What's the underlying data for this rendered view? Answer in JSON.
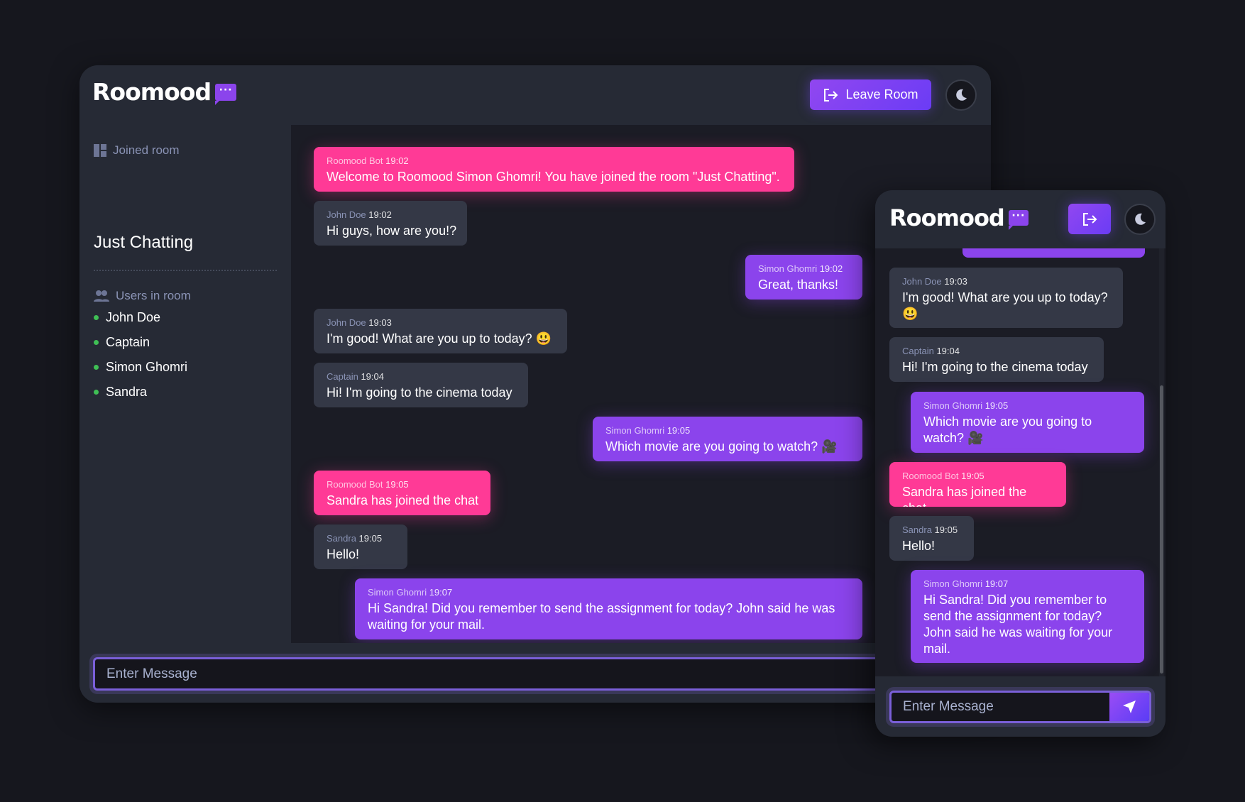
{
  "app": {
    "logo": "Roomood",
    "logo_icon": "chat-bubble-dots-icon"
  },
  "header": {
    "leave_label": "Leave Room",
    "leave_icon": "logout-icon",
    "theme_icon": "moon-icon"
  },
  "sidebar": {
    "joined_label": "Joined room",
    "room_name": "Just Chatting",
    "users_label": "Users in room",
    "users": [
      "John Doe",
      "Captain",
      "Simon Ghomri",
      "Sandra"
    ]
  },
  "messages": [
    {
      "author": "Roomood Bot",
      "time": "19:02",
      "text": "Welcome to Roomood Simon Ghomri! You have joined the room \"Just Chatting\".",
      "type": "bot"
    },
    {
      "author": "John Doe",
      "time": "19:02",
      "text": "Hi guys, how are you!?",
      "type": "other"
    },
    {
      "author": "Simon Ghomri",
      "time": "19:02",
      "text": "Great, thanks!",
      "type": "me"
    },
    {
      "author": "John Doe",
      "time": "19:03",
      "text": "I'm good! What are you up to today? 😃",
      "type": "other"
    },
    {
      "author": "Captain",
      "time": "19:04",
      "text": "Hi! I'm going to the cinema today",
      "type": "other"
    },
    {
      "author": "Simon Ghomri",
      "time": "19:05",
      "text": "Which movie are you going to watch? 🎥",
      "type": "me"
    },
    {
      "author": "Roomood Bot",
      "time": "19:05",
      "text": "Sandra has joined the chat",
      "type": "bot"
    },
    {
      "author": "Sandra",
      "time": "19:05",
      "text": "Hello!",
      "type": "other"
    },
    {
      "author": "Simon Ghomri",
      "time": "19:07",
      "text": "Hi Sandra! Did you remember to send the assignment for today? John said he was waiting for your mail.",
      "type": "me"
    }
  ],
  "input": {
    "placeholder": "Enter Message",
    "send_icon": "send-icon"
  },
  "colors": {
    "bot": "#ff3a96",
    "me": "#8b44ec",
    "other": "#343846",
    "accent": "#7a5fd8"
  }
}
